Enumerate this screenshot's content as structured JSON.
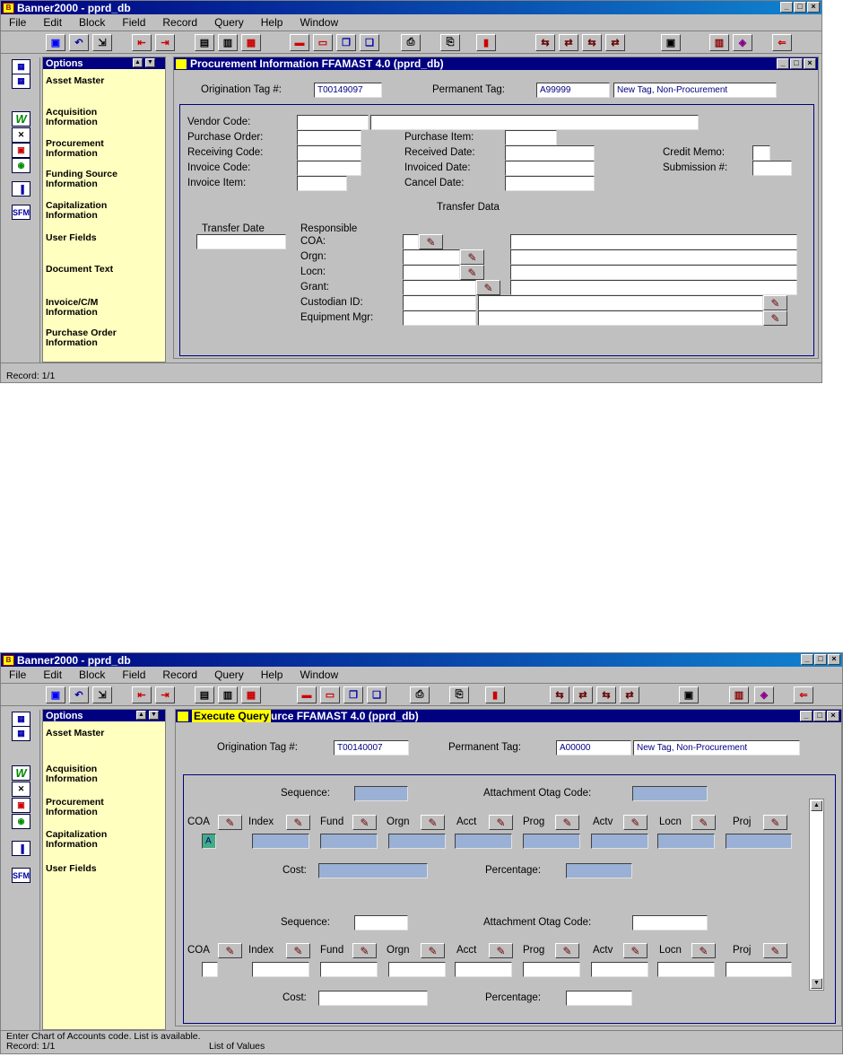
{
  "screen1": {
    "app_title": "Banner2000 - pprd_db",
    "menu": [
      "File",
      "Edit",
      "Block",
      "Field",
      "Record",
      "Query",
      "Help",
      "Window"
    ],
    "options_title": "Options",
    "options": [
      "Asset Master",
      "Acquisition Information",
      "Procurement Information",
      "Funding Source Information",
      "Capitalization Information",
      "User Fields",
      "Document Text",
      "Invoice/C/M Information",
      "Purchase Order Information"
    ],
    "window_title": "Procurement Information  FFAMAST  4.0  (pprd_db)",
    "origination_label": "Origination Tag #:",
    "origination_value": "T00149097",
    "permanent_label": "Permanent Tag:",
    "permanent_value": "A99999",
    "permanent_desc": "New Tag, Non-Procurement",
    "labels": {
      "vendor_code": "Vendor Code:",
      "purchase_order": "Purchase Order:",
      "receiving_code": "Receiving Code:",
      "invoice_code": "Invoice Code:",
      "invoice_item": "Invoice Item:",
      "purchase_item": "Purchase Item:",
      "received_date": "Received Date:",
      "invoiced_date": "Invoiced Date:",
      "cancel_date": "Cancel Date:",
      "credit_memo": "Credit Memo:",
      "submission": "Submission #:",
      "transfer_data": "Transfer Data",
      "transfer_date": "Transfer Date",
      "responsible": "Responsible",
      "coa": "COA:",
      "orgn": "Orgn:",
      "locn": "Locn:",
      "grant": "Grant:",
      "custodian": "Custodian ID:",
      "equipment": "Equipment Mgr:"
    },
    "status": "Record: 1/1"
  },
  "screen2": {
    "app_title": "Banner2000 - pprd_db",
    "menu": [
      "File",
      "Edit",
      "Block",
      "Field",
      "Record",
      "Query",
      "Help",
      "Window"
    ],
    "options_title": "Options",
    "options": [
      "Asset Master",
      "Acquisition Information",
      "Procurement Information",
      "Capitalization Information",
      "User Fields"
    ],
    "window_title_highlight": "Execute Query",
    "window_title_rest": "urce  FFAMAST  4.0  (pprd_db)",
    "origination_label": "Origination Tag #:",
    "origination_value": "T00140007",
    "permanent_label": "Permanent Tag:",
    "permanent_value": "A00000",
    "permanent_desc": "New Tag, Non-Procurement",
    "sequence_label": "Sequence:",
    "attachment_label": "Attachment Otag Code:",
    "cost_label": "Cost:",
    "percentage_label": "Percentage:",
    "columns": [
      "COA",
      "Index",
      "Fund",
      "Orgn",
      "Acct",
      "Prog",
      "Actv",
      "Locn",
      "Proj"
    ],
    "coa_value": "A",
    "status_line1": "Enter Chart of Accounts code. List is available.",
    "status_record": "Record: 1/1",
    "status_lov": "List of Values"
  },
  "icons": [
    "save-icon",
    "undo-icon",
    "exit-icon",
    "previous-icon",
    "next-icon",
    "form-icon",
    "block-icon",
    "delete-icon",
    "insert-icon",
    "remove-icon",
    "duplicate-icon",
    "copy-icon",
    "print-icon",
    "print-preview-icon",
    "chart-icon",
    "query-icon",
    "tree-icon",
    "image-icon",
    "help-icon"
  ]
}
